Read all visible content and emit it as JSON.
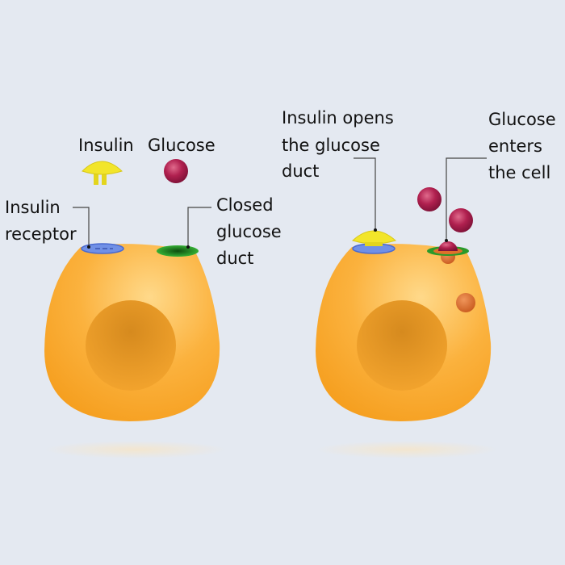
{
  "labels": {
    "insulin": "Insulin",
    "glucose": "Glucose",
    "insulin_receptor": [
      "Insulin",
      "receptor"
    ],
    "closed_duct": [
      "Closed",
      "glucose",
      "duct"
    ],
    "insulin_opens": [
      "Insulin opens",
      "the glucose",
      "duct"
    ],
    "glucose_enters": [
      "Glucose",
      "enters",
      "the cell"
    ]
  },
  "colors": {
    "background": "#e4e9f1",
    "cell": "#fbb03b",
    "nucleus": "#e0901f",
    "insulin": "#f2e52a",
    "glucose": "#b0204f",
    "receptor": "#7090e6",
    "duct": "#2a9a2a",
    "vesicle": "#e0702a"
  }
}
